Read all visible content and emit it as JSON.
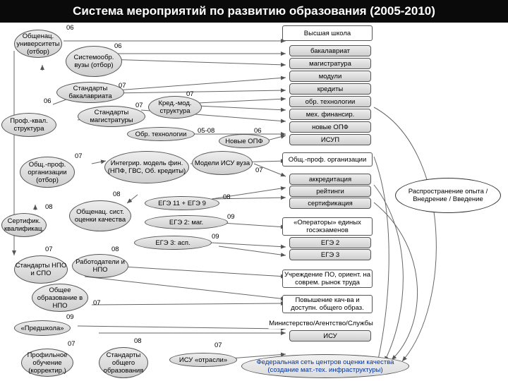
{
  "title": "Система мероприятий по развитию образования (2005-2010)",
  "nodes": {
    "universities": "Общенац. университеты (отбор)",
    "system_univ": "Системообр. вузы (отбор)",
    "bachelor_std": "Стандарты бакалавриата",
    "master_std": "Стандарты магистратуры",
    "prof_qual": "Проф.-квал. структура",
    "credit_mod": "Кред.-мод. структура",
    "edu_tech": "Обр. технологии",
    "new_ops": "Новые ОПФ",
    "higher_school": "Высшая школа",
    "bachelor": "бакалавриат",
    "magistracy": "магистратура",
    "modules": "модули",
    "credits": "кредиты",
    "edu_tech_r": "обр. технологии",
    "mech_fin": "мех. финансир.",
    "new_opf": "новые ОПФ",
    "isup": "ИСУП",
    "gen_prof_org_left": "Общ.-проф. организации (отбор)",
    "integr_model": "Интегрир. модель фин. (НПФ, ГВС, Об. кредиты)",
    "isu_models": "Модели ИСУ вуза",
    "gen_prof_org_right": "Общ.-проф. организации",
    "accreditation": "аккредитация",
    "ratings": "рейтинги",
    "certification": "сертификация",
    "spread": "Распространение опыта / Внедрение / Введение",
    "certif_qual": "Сертифик. квалификац.",
    "assess_system": "Общенац. сист. оценки качества",
    "ege_11_9": "ЕГЭ 11 + ЕГЭ 9",
    "ege_2_mag": "ЕГЭ 2: маг.",
    "ege_3_asp": "ЕГЭ 3: асп.",
    "operators": "«Операторы» единых госэкзаменов",
    "ege2": "ЕГЭ 2",
    "ege3": "ЕГЭ 3",
    "npo_spo_std": "Стандарты НПО и СПО",
    "employers": "Работодатели и НПО",
    "gen_edu_npo": "Общее образование в НПО",
    "inst_po": "Учреждение ПО, ориент. на соврем. рынок труда",
    "quality_up": "Повышение кач-ва и доступн. общего образ.",
    "ministry": "Министерство/Агентство/Службы",
    "preschool": "«Предшкола»",
    "isu_right": "ИСУ",
    "profile_edu": "Профильное обучение (корректир.)",
    "gen_std": "Стандарты общего образования",
    "isu_branch": "ИСУ «отрасли»",
    "fed_network": "Федеральная сеть центров оценки качества (создание мат.-тех. инфраструктуры)"
  },
  "years": {
    "y_univ": "06",
    "y_sysuniv": "06",
    "y_bach": "07",
    "y_left06": "06",
    "y_credit": "07",
    "y_master": "07",
    "y_0508": "05-08",
    "y_opf": "06",
    "y_gpo": "07",
    "y_isu": "07",
    "y_assess": "08",
    "y_cert": "08",
    "y_ege11": "08",
    "y_ege2mag": "09",
    "y_ege3": "09",
    "y_npo": "07",
    "y_emp": "08",
    "y_gen_npo": "07",
    "y_pre": "09",
    "y_prof": "07",
    "y_std": "08",
    "y_isub": "07"
  }
}
